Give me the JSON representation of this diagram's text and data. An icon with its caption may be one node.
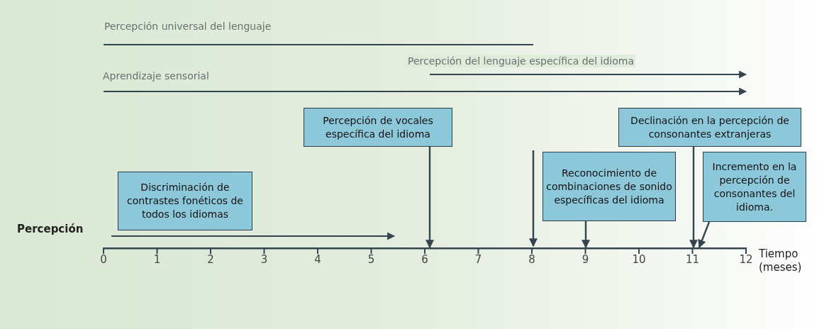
{
  "diagram": {
    "nodes": [
      {
        "text": [
          "Percepción de vocales específica del idioma"
        ]
      },
      {
        "text": [
          "Declinación en la percepción de consonantes extranjeras"
        ]
      },
      {
        "text": [
          "Reconocimiento de combinaciones de sonido específicas del idioma"
        ]
      },
      {
        "text": [
          "Incremento en la percepción de consonantes del idioma."
        ]
      },
      {
        "text": [
          "Discriminación de contrastes fonéticos de todos los idiomas"
        ]
      },
      {
        "text": [],
        "shape": "bar"
      }
    ],
    "edges": [
      {
        "from": 0,
        "to": 5,
        "arrow": "to"
      },
      {
        "from": 1,
        "to": 5,
        "arrow": "to"
      },
      {
        "from": 2,
        "to": 5,
        "arrow": "to"
      },
      {
        "from": 3,
        "to": 5,
        "arrow": "to"
      }
    ],
    "labels": [
      "Percepción universal del lenguaje",
      "Percepción del lenguaje específica del idioma",
      "Aprendizaje sensorial",
      "Percepción",
      "0",
      "1",
      "2",
      "3",
      "4",
      "5",
      "6",
      "7",
      "8",
      "9",
      "10",
      "11",
      "12",
      "Tiempo (meses)"
    ]
  }
}
